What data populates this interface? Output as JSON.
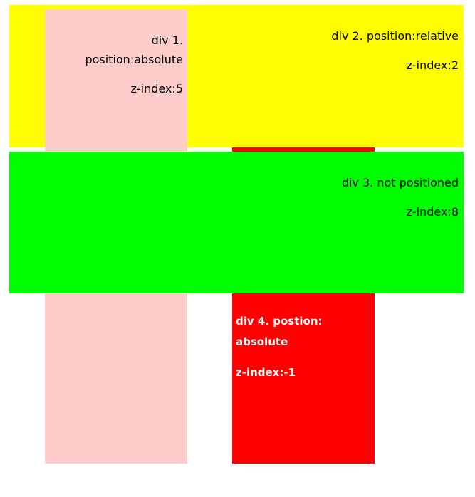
{
  "colors": {
    "div1_bg": "#ffcccc",
    "div2_bg": "#ffff00",
    "div3_bg": "#00ff00",
    "div4_bg": "#ff0000",
    "div4_text": "#ffffff"
  },
  "div1": {
    "line1": "div 1.",
    "line2": "position:absolute",
    "zindex": "z-index:5"
  },
  "div2": {
    "title": "div 2. position:relative",
    "zindex": "z-index:2"
  },
  "div3": {
    "title": "div 3. not positioned",
    "zindex": "z-index:8"
  },
  "div4": {
    "line1": "div 4. postion:",
    "line2": "absolute",
    "zindex": "z-index:-1"
  }
}
